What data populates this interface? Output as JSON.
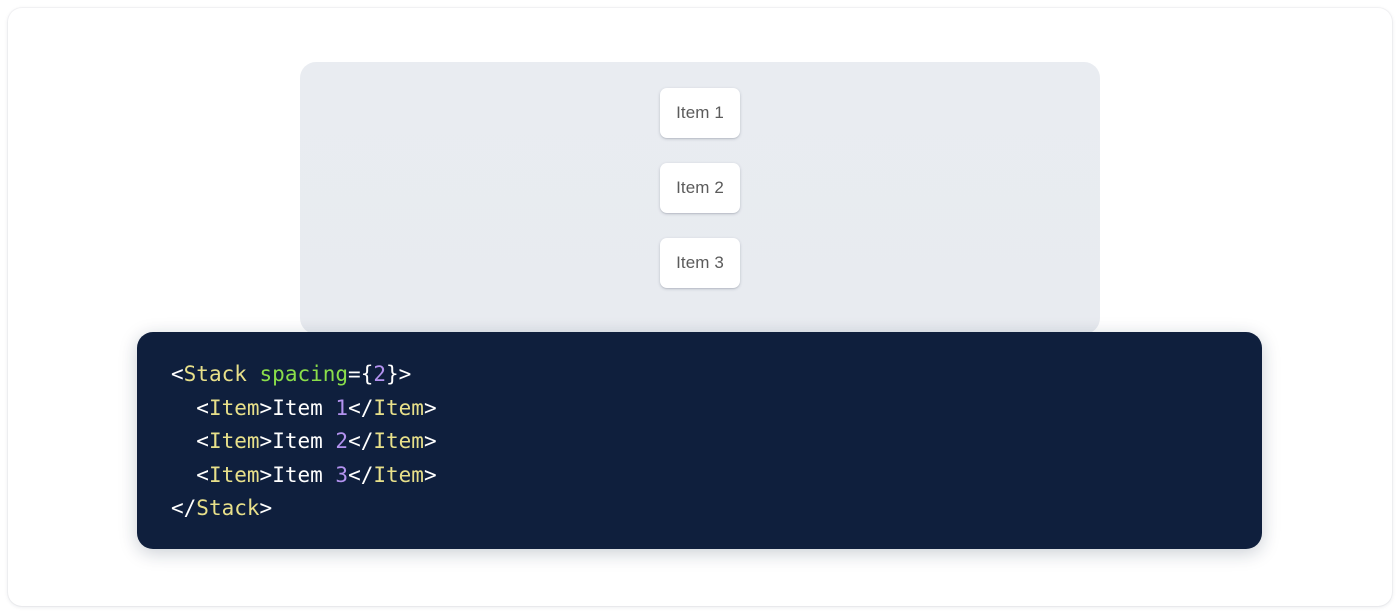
{
  "preview": {
    "panel_name": "component-preview-panel",
    "background_color": "#e9ecf1",
    "stack": {
      "direction": "vertical",
      "spacing": 2,
      "items": [
        {
          "label": "Item 1"
        },
        {
          "label": "Item 2"
        },
        {
          "label": "Item 3"
        }
      ],
      "item_style": {
        "background_color": "#ffffff",
        "text_color": "#5b5b5b"
      }
    }
  },
  "code_block": {
    "background_color": "#0f1f3d",
    "language": "jsx",
    "lines": [
      {
        "indent": "",
        "tokens": [
          {
            "type": "punct",
            "text": "<"
          },
          {
            "type": "tag",
            "text": "Stack"
          },
          {
            "type": "text",
            "text": " "
          },
          {
            "type": "attr",
            "text": "spacing"
          },
          {
            "type": "punct",
            "text": "={"
          },
          {
            "type": "num",
            "text": "2"
          },
          {
            "type": "punct",
            "text": "}>"
          }
        ]
      },
      {
        "indent": "  ",
        "tokens": [
          {
            "type": "punct",
            "text": "<"
          },
          {
            "type": "tag",
            "text": "Item"
          },
          {
            "type": "punct",
            "text": ">"
          },
          {
            "type": "text",
            "text": "Item "
          },
          {
            "type": "num",
            "text": "1"
          },
          {
            "type": "punct",
            "text": "</"
          },
          {
            "type": "tag",
            "text": "Item"
          },
          {
            "type": "punct",
            "text": ">"
          }
        ]
      },
      {
        "indent": "  ",
        "tokens": [
          {
            "type": "punct",
            "text": "<"
          },
          {
            "type": "tag",
            "text": "Item"
          },
          {
            "type": "punct",
            "text": ">"
          },
          {
            "type": "text",
            "text": "Item "
          },
          {
            "type": "num",
            "text": "2"
          },
          {
            "type": "punct",
            "text": "</"
          },
          {
            "type": "tag",
            "text": "Item"
          },
          {
            "type": "punct",
            "text": ">"
          }
        ]
      },
      {
        "indent": "  ",
        "tokens": [
          {
            "type": "punct",
            "text": "<"
          },
          {
            "type": "tag",
            "text": "Item"
          },
          {
            "type": "punct",
            "text": ">"
          },
          {
            "type": "text",
            "text": "Item "
          },
          {
            "type": "num",
            "text": "3"
          },
          {
            "type": "punct",
            "text": "</"
          },
          {
            "type": "tag",
            "text": "Item"
          },
          {
            "type": "punct",
            "text": ">"
          }
        ]
      },
      {
        "indent": "",
        "tokens": [
          {
            "type": "punct",
            "text": "</"
          },
          {
            "type": "tag",
            "text": "Stack"
          },
          {
            "type": "punct",
            "text": ">"
          }
        ]
      }
    ],
    "token_colors": {
      "punct": "#ffffff",
      "tag": "#e8e08a",
      "attr": "#8ade4a",
      "num": "#b392f0",
      "text": "#ffffff"
    }
  }
}
